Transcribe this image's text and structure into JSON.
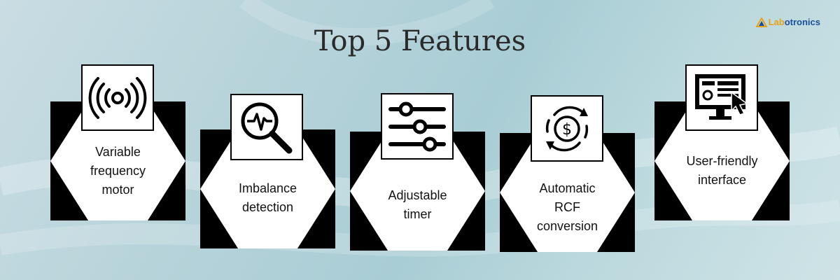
{
  "title": "Top 5 Features",
  "logo": {
    "part1": "Lab",
    "part2": "otronics"
  },
  "colors": {
    "hex_block": "#000000",
    "hex": "#ffffff",
    "logo_orange": "#e8a11a",
    "logo_blue": "#1b4e9b"
  },
  "features": [
    {
      "icon": "vibration-waves-icon",
      "label_lines": [
        "Variable",
        "frequency",
        "motor"
      ]
    },
    {
      "icon": "magnifier-pulse-icon",
      "label_lines": [
        "Imbalance",
        "detection"
      ]
    },
    {
      "icon": "sliders-icon",
      "label_lines": [
        "Adjustable",
        "timer"
      ]
    },
    {
      "icon": "dollar-conversion-icon",
      "label_lines": [
        "Automatic",
        "RCF",
        "conversion"
      ]
    },
    {
      "icon": "computer-interface-icon",
      "label_lines": [
        "User-friendly",
        "interface"
      ]
    }
  ]
}
